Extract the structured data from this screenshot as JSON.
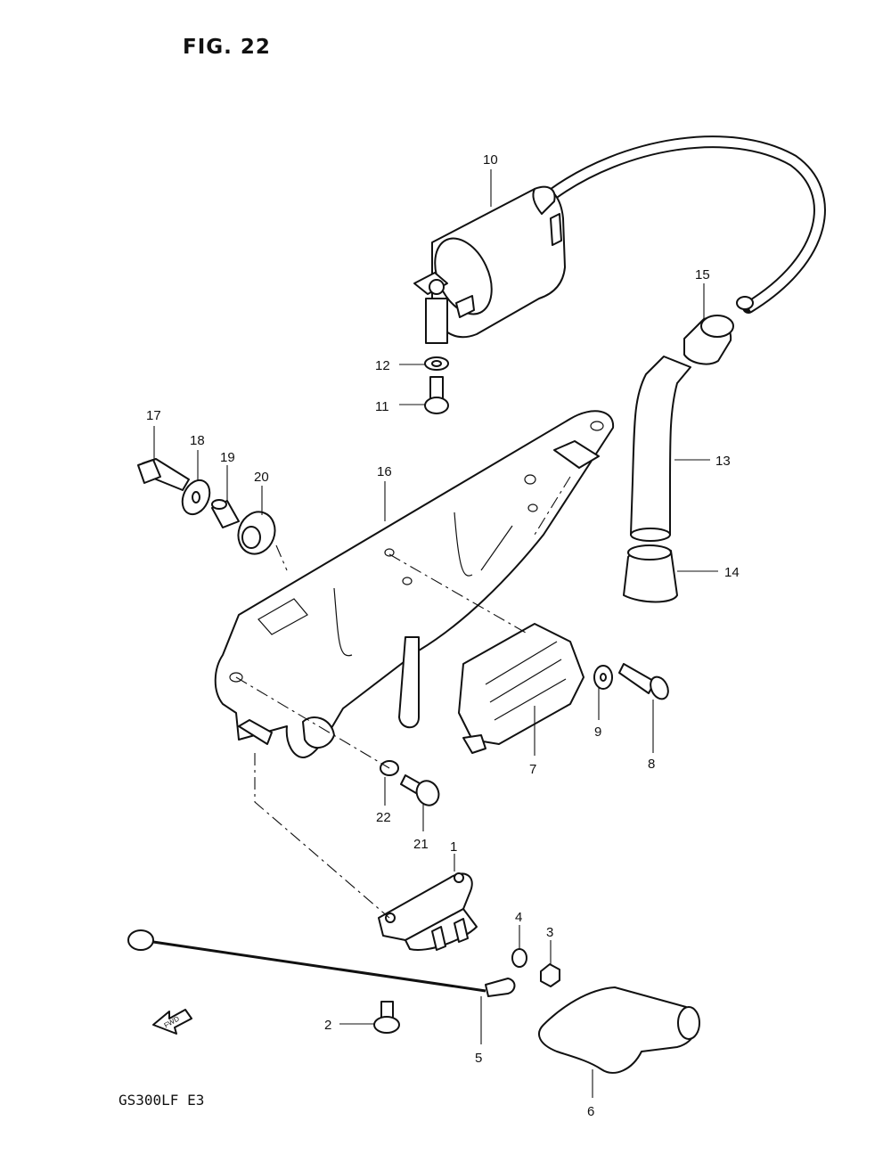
{
  "figure": {
    "title": "FIG. 22",
    "model_code": "GS300LF E3"
  },
  "fwd_label": "FWD",
  "callouts": {
    "c1": "1",
    "c2": "2",
    "c3": "3",
    "c4": "4",
    "c5": "5",
    "c6": "6",
    "c7": "7",
    "c8": "8",
    "c9": "9",
    "c10": "10",
    "c11": "11",
    "c12": "12",
    "c13": "13",
    "c14": "14",
    "c15": "15",
    "c16": "16",
    "c17": "17",
    "c18": "18",
    "c19": "19",
    "c20": "20",
    "c21": "21",
    "c22": "22"
  }
}
